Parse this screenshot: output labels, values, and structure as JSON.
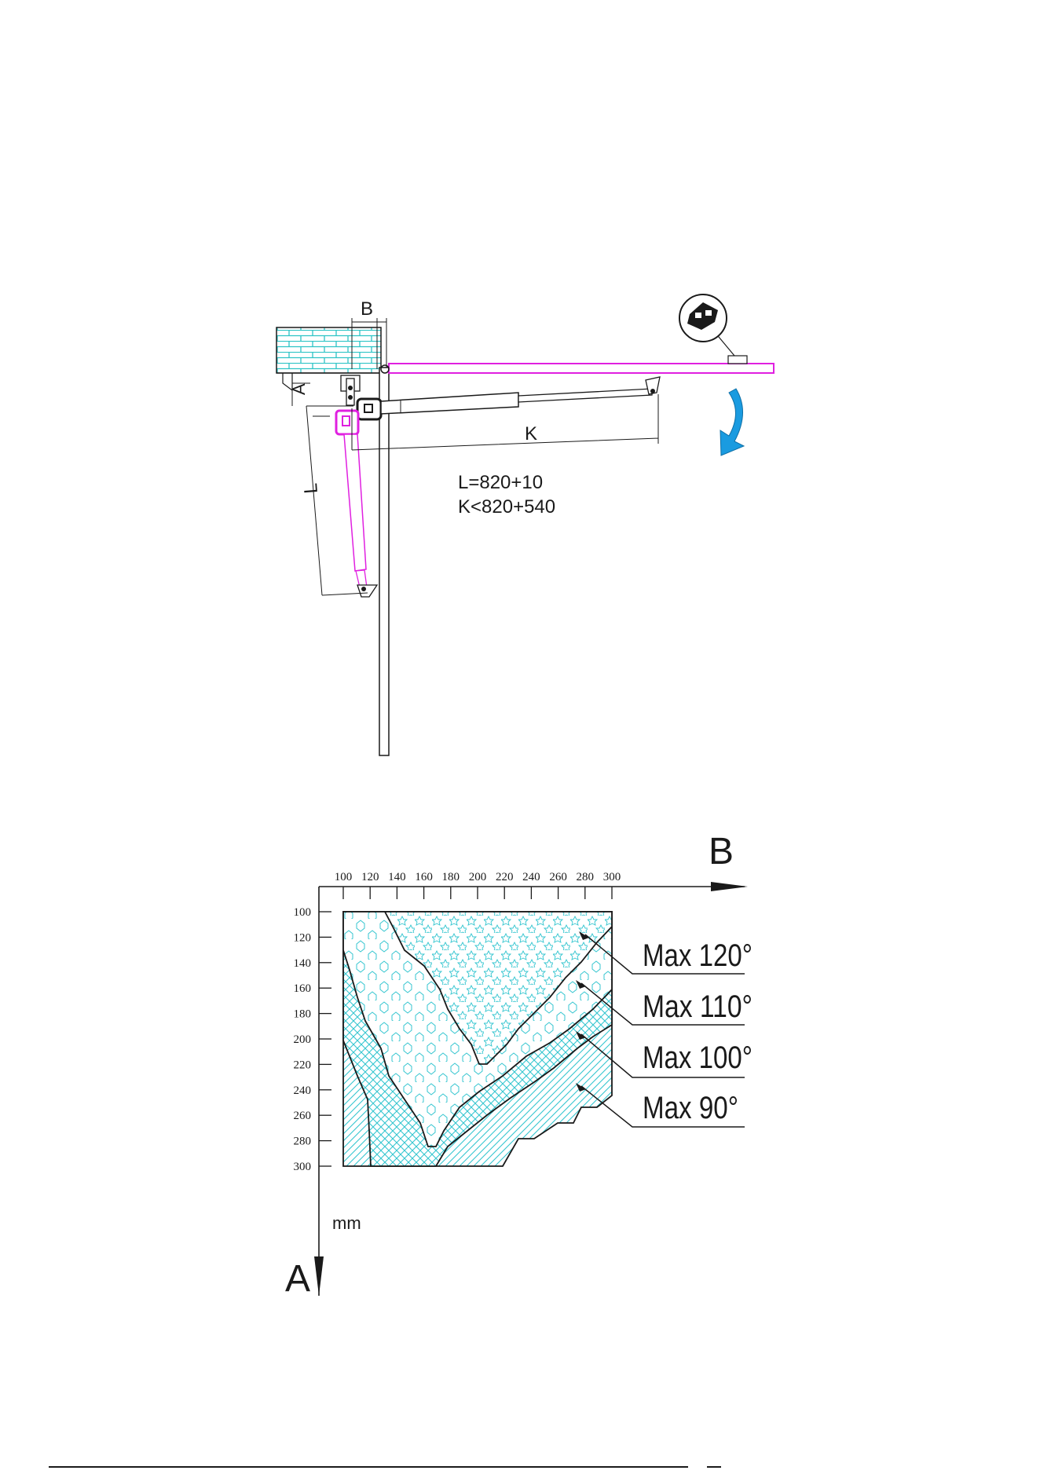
{
  "installation": {
    "label_b": "B",
    "label_a": "A",
    "label_k": "K",
    "label_l": "L",
    "formula_l": "L=820+10",
    "formula_k": "K<820+540"
  },
  "colors": {
    "brick": "#2ec4c6",
    "gate_open": "#e020e0",
    "arrow": "#1a9be0",
    "zone": "#35c6d0",
    "line": "#1a1a1a"
  },
  "chart": {
    "axis_b_label": "B",
    "axis_a_label": "A",
    "unit": "mm",
    "b_ticks": [
      "100",
      "120",
      "140",
      "160",
      "180",
      "200",
      "220",
      "240",
      "260",
      "280",
      "300"
    ],
    "a_ticks": [
      "100",
      "120",
      "140",
      "160",
      "180",
      "200",
      "220",
      "240",
      "260",
      "280",
      "300"
    ],
    "zones": [
      {
        "label": "Max 120°",
        "pattern": "stars"
      },
      {
        "label": "Max 110°",
        "pattern": "hexagons"
      },
      {
        "label": "Max 100°",
        "pattern": "crosshatch"
      },
      {
        "label": "Max 90°",
        "pattern": "diagonal"
      }
    ]
  }
}
